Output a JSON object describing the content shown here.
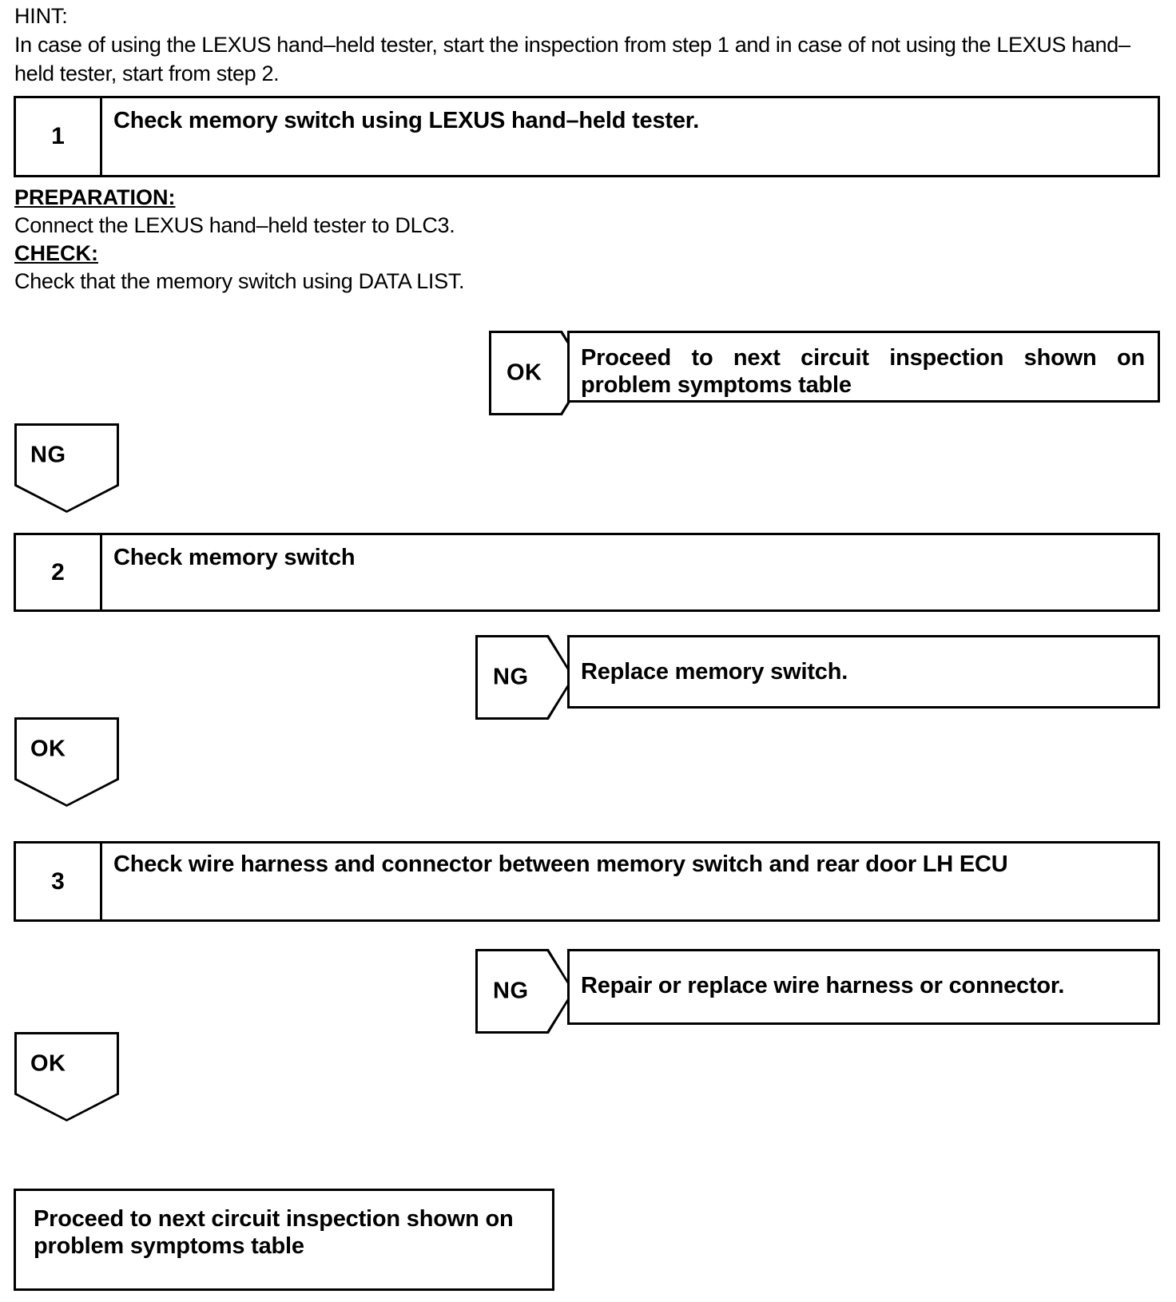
{
  "hint": {
    "label": "HINT:",
    "text": "In case of using the LEXUS hand–held tester, start the inspection from step 1 and in case of not using the LEXUS hand–held tester, start from step 2."
  },
  "steps": [
    {
      "number": "1",
      "title": "Check memory switch using LEXUS hand–held tester.",
      "preparation_label": "PREPARATION:",
      "preparation_text": "Connect the LEXUS hand–held tester to DLC3.",
      "check_label": "CHECK:",
      "check_text": "Check that the memory switch using DATA LIST.",
      "branch": {
        "judgement": "OK",
        "result_line1": "Proceed to next circuit inspection shown on",
        "result_line2": "problem symptoms table"
      },
      "continue": {
        "judgement": "NG"
      }
    },
    {
      "number": "2",
      "title": "Check memory switch",
      "branch": {
        "judgement": "NG",
        "result_line1": "Replace memory switch.",
        "result_line2": ""
      },
      "continue": {
        "judgement": "OK"
      }
    },
    {
      "number": "3",
      "title": "Check wire harness and connector between memory switch and rear door LH ECU",
      "branch": {
        "judgement": "NG",
        "result_line1": "Repair or replace wire harness or connector.",
        "result_line2": ""
      },
      "continue": {
        "judgement": "OK"
      }
    }
  ],
  "final": {
    "line1": "Proceed to next circuit inspection shown on",
    "line2": "problem symptoms table"
  },
  "colors": {
    "ink": "#000000",
    "paper": "#ffffff"
  }
}
